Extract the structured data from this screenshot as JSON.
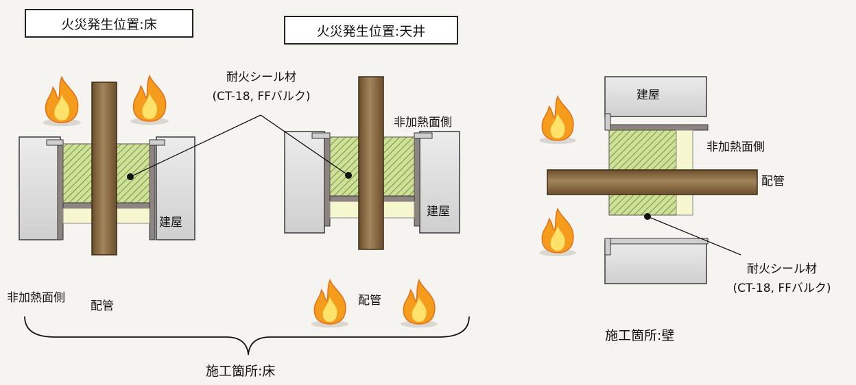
{
  "left_panel": {
    "title": "火災発生位置:床",
    "label_seal": "耐火シール材",
    "label_seal_sub": "(CT-18, FFバルク)",
    "label_building": "建屋",
    "label_unheated": "非加熱面側",
    "label_pipe": "配管"
  },
  "middle_panel": {
    "title": "火災発生位置:天井",
    "label_unheated": "非加熱面側",
    "label_building": "建屋",
    "label_pipe": "配管"
  },
  "floor_caption": "施工箇所:床",
  "right_panel": {
    "label_building": "建屋",
    "label_unheated": "非加熱面側",
    "label_pipe": "配管",
    "label_seal": "耐火シール材",
    "label_seal_sub": "(CT-18, FFバルク)",
    "caption": "施工箇所:壁"
  },
  "colors": {
    "wall": "#dcdcdc",
    "wall_edge": "#3a3a3a",
    "pipe": "#8a6a42",
    "seal": "#cfe09a",
    "backing": "#f6f6cf",
    "plate": "#8e8481",
    "flame_outer": "#f59c1c",
    "flame_inner": "#ffe26a"
  }
}
